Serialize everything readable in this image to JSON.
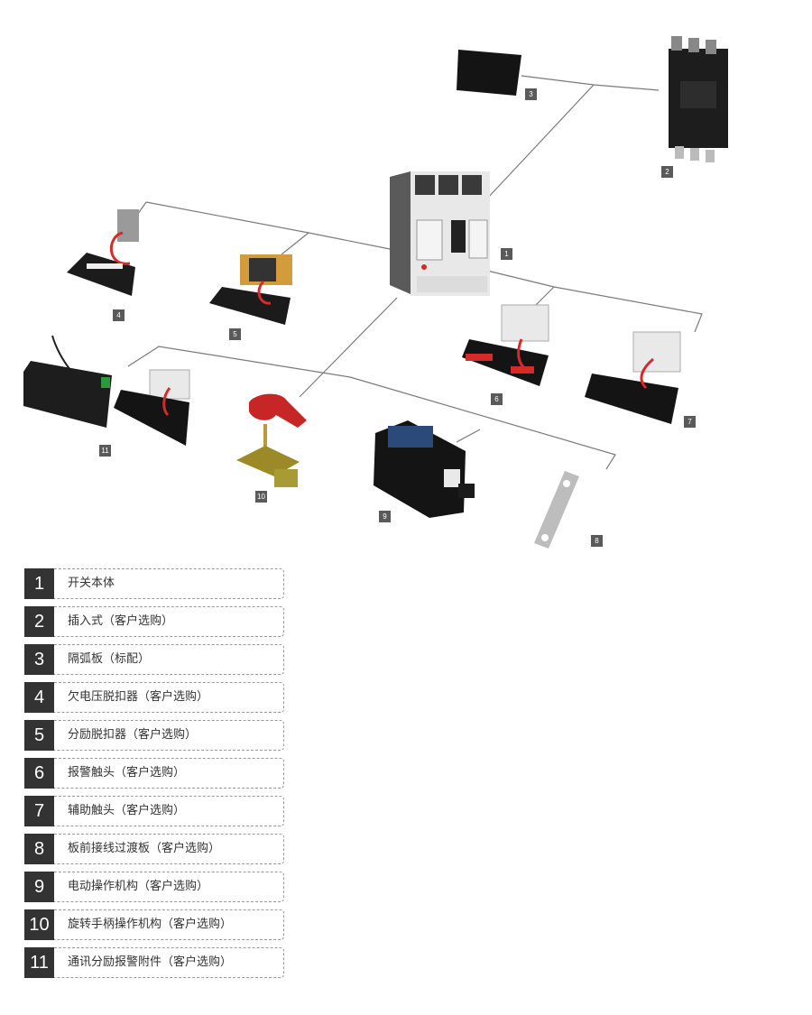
{
  "callouts": [
    "1",
    "2",
    "3",
    "4",
    "5",
    "6",
    "7",
    "8",
    "9",
    "10",
    "11"
  ],
  "legend": [
    {
      "num": "1",
      "text": "开关本体"
    },
    {
      "num": "2",
      "text": "插入式（客户选购）"
    },
    {
      "num": "3",
      "text": "隔弧板（标配）"
    },
    {
      "num": "4",
      "text": "欠电压脱扣器（客户选购）"
    },
    {
      "num": "5",
      "text": "分励脱扣器（客户选购）"
    },
    {
      "num": "6",
      "text": "报警触头（客户选购）"
    },
    {
      "num": "7",
      "text": "辅助触头（客户选购）"
    },
    {
      "num": "8",
      "text": "板前接线过渡板（客户选购）"
    },
    {
      "num": "9",
      "text": "电动操作机构（客户选购）"
    },
    {
      "num": "10",
      "text": "旋转手柄操作机构（客户选购）"
    },
    {
      "num": "11",
      "text": "通讯分励报警附件（客户选购）"
    }
  ],
  "colors": {
    "badge": "#5a5a5a",
    "legend_num_bg": "#333333",
    "line": "#7a7a7a",
    "accent_red": "#d42a2a"
  }
}
